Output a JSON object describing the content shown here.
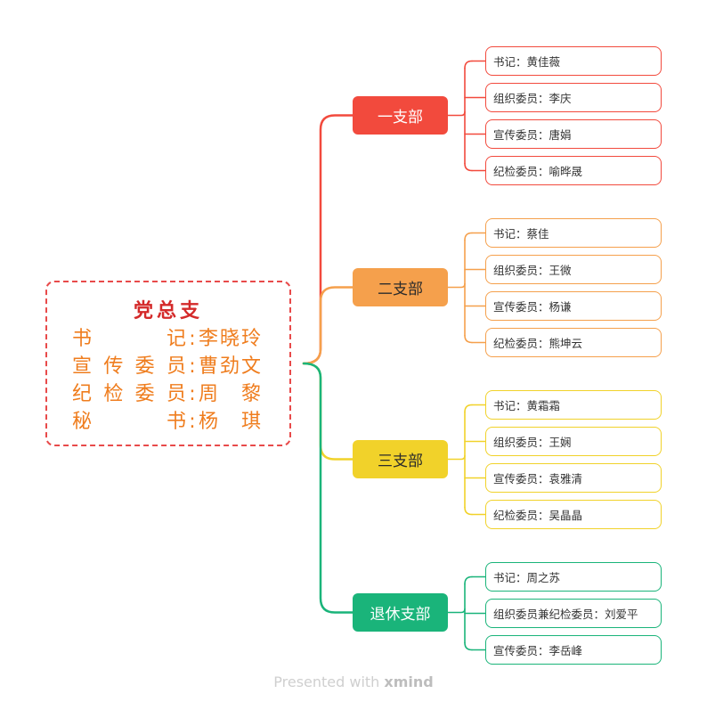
{
  "root": {
    "title": "党总支",
    "lines": [
      {
        "role": [
          "书",
          "记"
        ],
        "name": "李晓玲"
      },
      {
        "role": [
          "宣",
          "传",
          "委",
          "员"
        ],
        "name": "曹劲文"
      },
      {
        "role": [
          "纪",
          "检",
          "委",
          "员"
        ],
        "name": "周　黎"
      },
      {
        "role": [
          "秘",
          "书"
        ],
        "name": "杨　琪"
      }
    ]
  },
  "branches": [
    {
      "label": "一支部",
      "color": "#f24a3d",
      "members": [
        "书记：黄佳薇",
        "组织委员：李庆",
        "宣传委员：唐娟",
        "纪检委员：喻晔晟"
      ]
    },
    {
      "label": "二支部",
      "color": "#f5a04c",
      "members": [
        "书记：蔡佳",
        "组织委员：王微",
        "宣传委员：杨谦",
        "纪检委员：熊坤云"
      ]
    },
    {
      "label": "三支部",
      "color": "#f1d22a",
      "members": [
        "书记：黄霜霜",
        "组织委员：王娴",
        "宣传委员：袁雅清",
        "纪检委员：吴晶晶"
      ]
    },
    {
      "label": "退休支部",
      "color": "#1ab47a",
      "members": [
        "书记：周之苏",
        "组织委员兼纪检委员：刘爱平",
        "宣传委员：李岳峰"
      ]
    }
  ],
  "footer": {
    "text": "Presented with ",
    "brand": "xmind"
  }
}
